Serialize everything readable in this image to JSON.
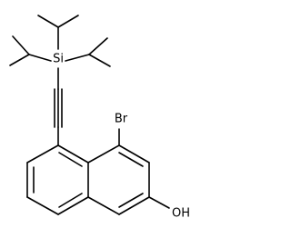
{
  "structure": {
    "atoms": [
      {
        "id": "si",
        "element": "Si",
        "label": "Si"
      },
      {
        "id": "br",
        "element": "Br",
        "label": "Br"
      },
      {
        "id": "oh",
        "element": "O",
        "label": "OH"
      }
    ],
    "substituents": [
      "triisopropylsilyl",
      "bromo",
      "hydroxy",
      "ethynyl"
    ],
    "core": "naphthalene"
  }
}
